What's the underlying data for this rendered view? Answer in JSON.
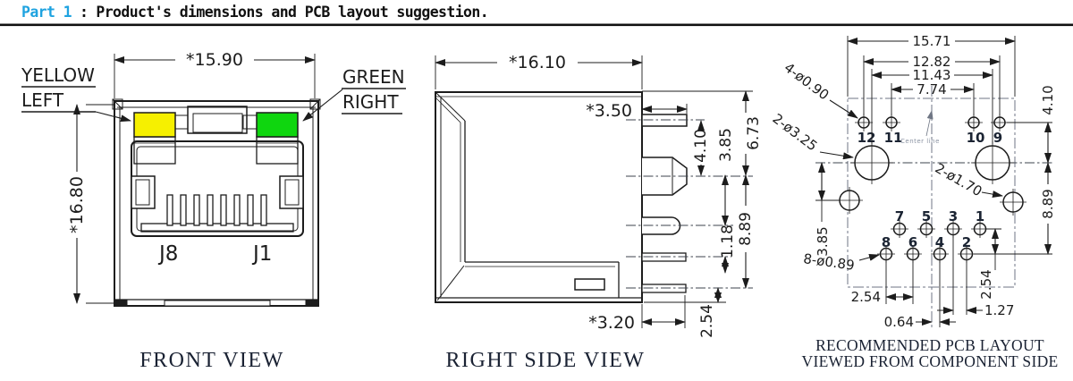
{
  "header": {
    "part_label": "Part 1",
    "separator": ":",
    "title": "Product's dimensions and PCB layout suggestion."
  },
  "colors": {
    "accent_cyan": "#1fa3e0",
    "led_yellow": "#f6f000",
    "led_green": "#0fd60f",
    "line": "#1c1c1c",
    "caption_text": "#1a2233",
    "watermark_gray": "#8a92a2"
  },
  "front_view": {
    "caption": "FRONT VIEW",
    "width_dim": "*15.90",
    "height_dim": "*16.80",
    "led_left_label1": "YELLOW",
    "led_left_label2": "LEFT",
    "led_right_label1": "GREEN",
    "led_right_label2": "RIGHT",
    "jack_pin_left": "J8",
    "jack_pin_right": "J1"
  },
  "side_view": {
    "caption": "RIGHT SIDE VIEW",
    "depth_dim": "*16.10",
    "tab_len_dim": "*3.50",
    "dim_4_10": "4.10",
    "dim_3_85": "3.85",
    "dim_6_73": "6.73",
    "dim_1_18": "1.18",
    "dim_8_89": "8.89",
    "dim_2_54": "2.54",
    "pin_len_dim": "*3.20"
  },
  "pcb_view": {
    "caption1": "RECOMMENDED PCB LAYOUT",
    "caption2": "VIEWED FROM COMPONENT SIDE",
    "center_line_label": "Center line",
    "callout_top_holes": "4-ø0.90",
    "callout_large_holes": "2-ø3.25",
    "callout_medium_holes": "2-ø1.70",
    "callout_signal_holes": "8-ø0.89",
    "dim_15_71": "15.71",
    "dim_12_82": "12.82",
    "dim_11_43": "11.43",
    "dim_7_74": "7.74",
    "dim_4_10": "4.10",
    "dim_8_89": "8.89",
    "dim_2_54_right": "2.54",
    "dim_1_27": "1.27",
    "dim_0_64": "0.64",
    "dim_2_54_left": "2.54",
    "dim_3_85": "3.85",
    "pins_top": [
      "12",
      "11",
      "10",
      "9"
    ],
    "pins_row1": [
      "7",
      "5",
      "3",
      "1"
    ],
    "pins_row2": [
      "8",
      "6",
      "4",
      "2"
    ]
  }
}
